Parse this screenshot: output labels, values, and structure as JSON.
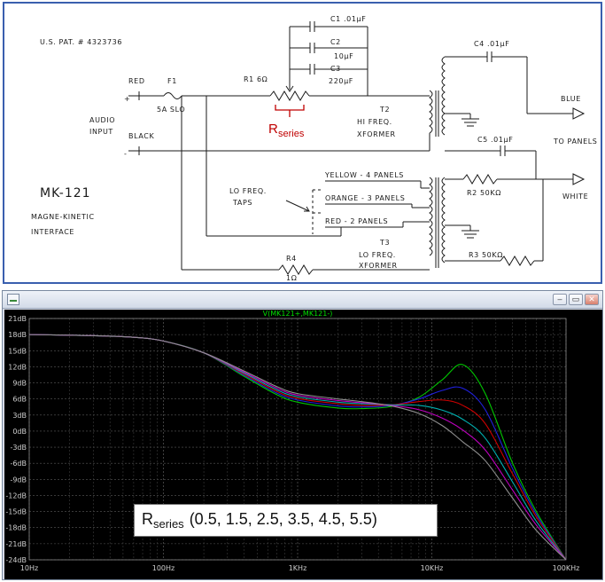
{
  "schematic": {
    "patent": "U.S. PAT. # 4323736",
    "model": "MK-121",
    "subtitle1": "MAGNE-KINETIC",
    "subtitle2": "INTERFACE",
    "in_red": "RED",
    "in_black": "BLACK",
    "audio1": "AUDIO",
    "audio2": "INPUT",
    "f1": "F1",
    "fuse_rating": "5A SLO",
    "r1": "R1 6Ω",
    "r_series_main": "R",
    "r_series_sub": "series",
    "c1": "C1 .01µF",
    "c2": "C2",
    "c2_val": "10µF",
    "c3": "C3",
    "c3_val": "220µF",
    "t2": "T2",
    "t2_desc1": "HI FREQ.",
    "t2_desc2": "XFORMER",
    "c4": "C4 .01µF",
    "c5": "C5 .01µF",
    "blue": "BLUE",
    "white": "WHITE",
    "to_panels": "TO PANELS",
    "r2": "R2 50KΩ",
    "r3": "R3 50KΩ",
    "taps1": "LO FREQ.",
    "taps2": "TAPS",
    "yellow": "YELLOW - 4 PANELS",
    "orange": "ORANGE - 3 PANELS",
    "red2": "RED - 2 PANELS",
    "t3": "T3",
    "t3_desc1": "LO FREQ.",
    "t3_desc2": "XFORMER",
    "r4": "R4",
    "r4_val": "1Ω",
    "plus": "+",
    "minus": "-"
  },
  "window": {
    "close_glyph": "✕",
    "restore_glyph": "▭",
    "minimize_glyph": "–"
  },
  "legend": {
    "main": "R",
    "sub": "series",
    "values": "(0.5, 1.5, 2.5, 3.5, 4.5, 5.5)"
  },
  "chart_data": {
    "type": "line",
    "title": "V(MK121+,MK121-)",
    "x_scale": "log",
    "xlim": [
      10,
      100000
    ],
    "ylim": [
      -24,
      21
    ],
    "y_ticks": [
      21,
      18,
      15,
      12,
      9,
      6,
      3,
      0,
      -3,
      -6,
      -9,
      -12,
      -15,
      -18,
      -21,
      -24
    ],
    "y_tick_labels": [
      "21dB",
      "18dB",
      "15dB",
      "12dB",
      "9dB",
      "6dB",
      "3dB",
      "0dB",
      "-3dB",
      "-6dB",
      "-9dB",
      "-12dB",
      "-15dB",
      "-18dB",
      "-21dB",
      "-24dB"
    ],
    "x_ticks": [
      10,
      100,
      1000,
      10000,
      100000
    ],
    "x_tick_labels": [
      "10Hz",
      "100Hz",
      "1KHz",
      "10KHz",
      "100KHz"
    ],
    "grid": true,
    "background": "#000000",
    "x": [
      10,
      30,
      60,
      100,
      200,
      400,
      700,
      1000,
      2000,
      3000,
      5000,
      8000,
      12000,
      17000,
      25000,
      40000,
      60000,
      100000
    ],
    "series": [
      {
        "color": "#00c800",
        "values": [
          18,
          17.8,
          17.5,
          16.8,
          14.6,
          10.2,
          6.8,
          5.4,
          4.3,
          4.2,
          4.6,
          6.3,
          9.6,
          12.4,
          7,
          -6,
          -15,
          -24
        ]
      },
      {
        "color": "#2020e0",
        "values": [
          18,
          17.8,
          17.5,
          16.8,
          14.6,
          10.4,
          7.1,
          5.8,
          4.7,
          4.5,
          4.8,
          6.0,
          7.6,
          8.0,
          4.0,
          -7,
          -15.5,
          -24
        ]
      },
      {
        "color": "#d00000",
        "values": [
          18,
          17.8,
          17.5,
          16.8,
          14.6,
          10.6,
          7.4,
          6.1,
          5.1,
          4.8,
          4.9,
          5.5,
          5.8,
          4.8,
          1.4,
          -8,
          -16,
          -24
        ]
      },
      {
        "color": "#00b0b0",
        "values": [
          18,
          17.8,
          17.5,
          16.8,
          14.6,
          10.8,
          7.7,
          6.4,
          5.4,
          5.1,
          4.9,
          4.8,
          3.9,
          2.2,
          -1.3,
          -9.5,
          -16.8,
          -24
        ]
      },
      {
        "color": "#c000c0",
        "values": [
          18,
          17.8,
          17.5,
          16.8,
          14.6,
          11.0,
          8.0,
          6.7,
          5.7,
          5.3,
          4.8,
          4.0,
          2.4,
          0.2,
          -3.5,
          -11,
          -17.5,
          -24
        ]
      },
      {
        "color": "#909090",
        "values": [
          18,
          17.8,
          17.5,
          16.8,
          14.6,
          11.2,
          8.3,
          7.0,
          6.0,
          5.5,
          4.7,
          3.3,
          1.0,
          -2.0,
          -5.5,
          -12.5,
          -18.5,
          -24
        ]
      }
    ]
  }
}
